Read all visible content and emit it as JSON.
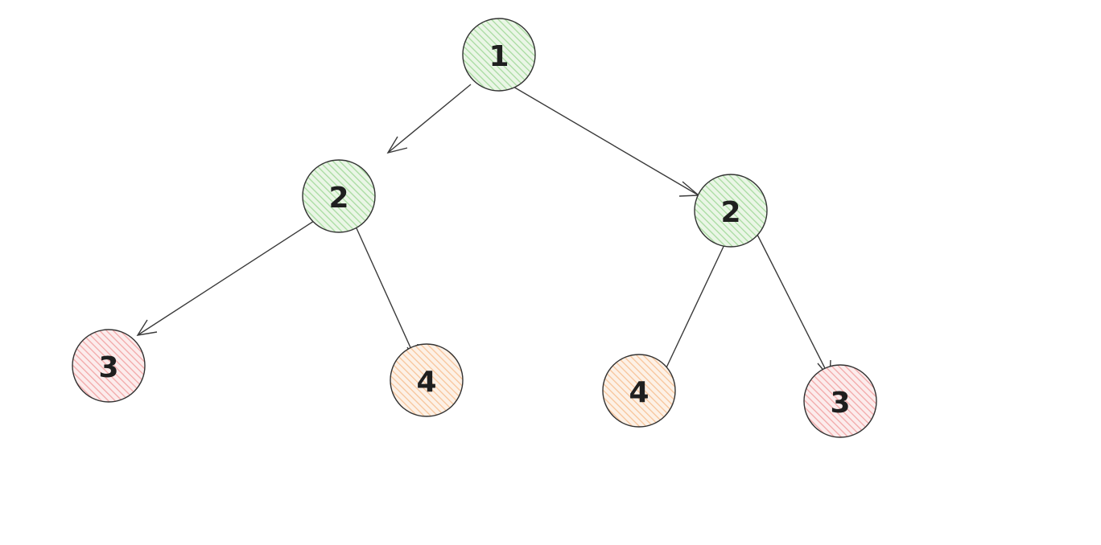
{
  "colors": {
    "green": "#a8dba0",
    "red": "#f2a8a8",
    "orange": "#f7c49a",
    "stroke": "#333333",
    "background": "#ffffff"
  },
  "tree": {
    "nodes": [
      {
        "id": "root",
        "label": "1",
        "color": "green"
      },
      {
        "id": "left",
        "label": "2",
        "color": "green"
      },
      {
        "id": "right",
        "label": "2",
        "color": "green"
      },
      {
        "id": "left-left",
        "label": "3",
        "color": "red"
      },
      {
        "id": "left-right",
        "label": "4",
        "color": "orange"
      },
      {
        "id": "right-left",
        "label": "4",
        "color": "orange"
      },
      {
        "id": "right-right",
        "label": "3",
        "color": "red"
      }
    ],
    "edges": [
      {
        "from": "root",
        "to": "left"
      },
      {
        "from": "root",
        "to": "right"
      },
      {
        "from": "left",
        "to": "left-left"
      },
      {
        "from": "left",
        "to": "left-right"
      },
      {
        "from": "right",
        "to": "right-left"
      },
      {
        "from": "right",
        "to": "right-right"
      }
    ]
  }
}
